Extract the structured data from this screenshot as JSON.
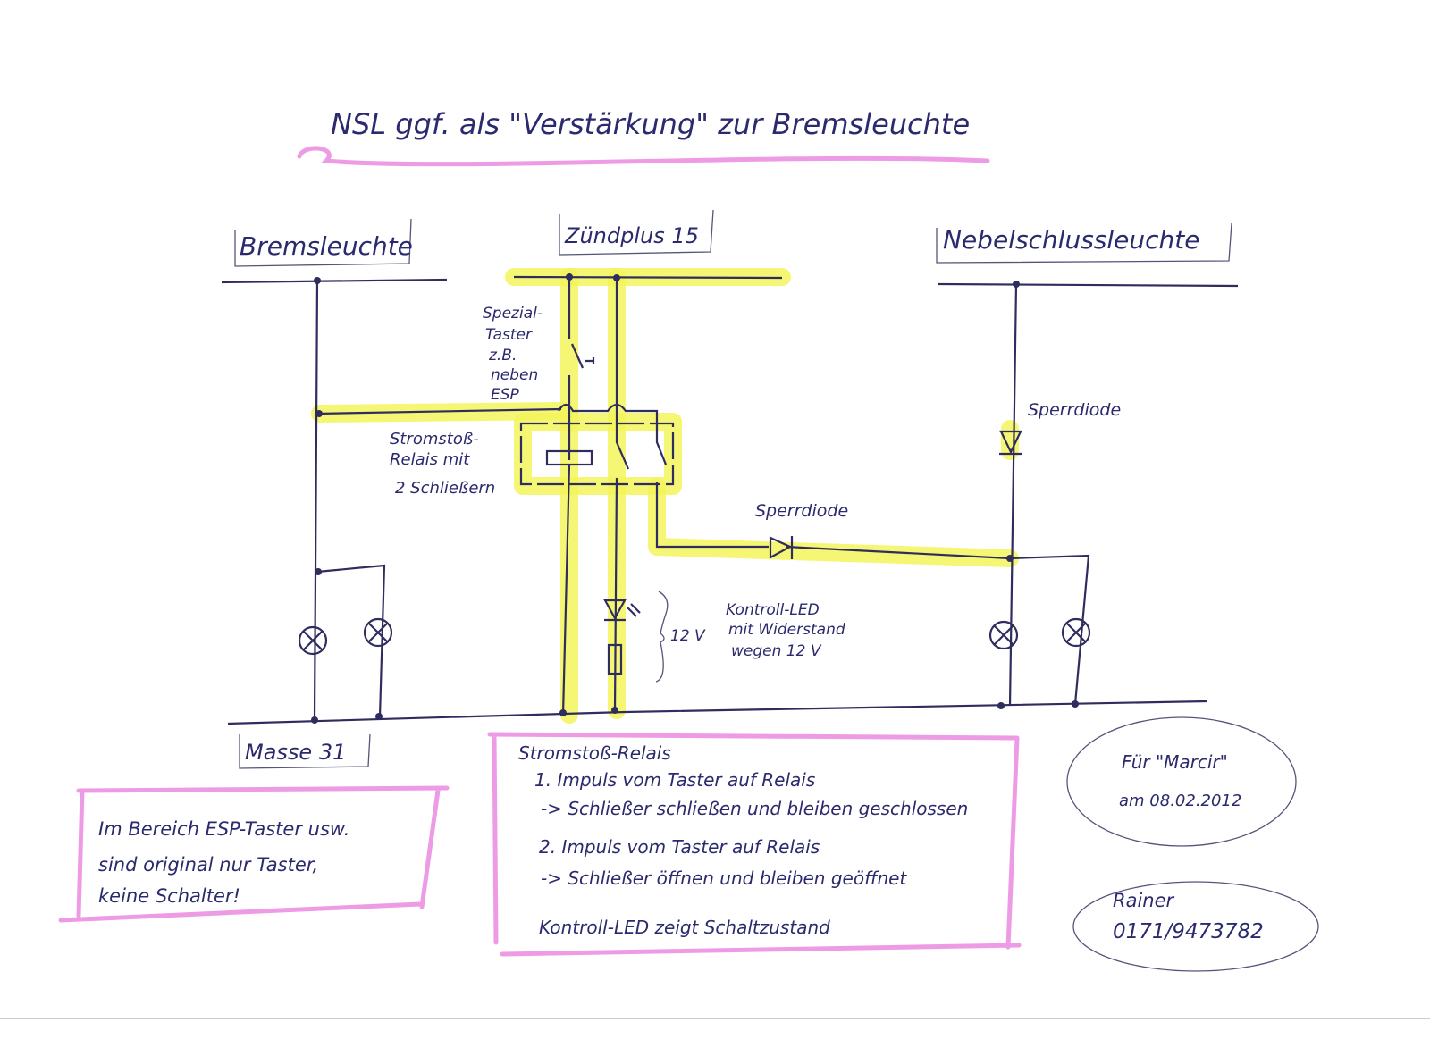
{
  "title": "NSL ggf. als \"Verstärkung\" zur Bremsleuchte",
  "labels": {
    "brake_light": "Bremsleuchte",
    "ignition": "Zündplus 15",
    "fog_light": "Nebelschlussleuchte",
    "ground": "Masse 31"
  },
  "annotations": {
    "button": [
      "Spezial-",
      "Taster",
      "z.B.",
      "neben",
      "ESP"
    ],
    "relay": [
      "Stromstoß-",
      "Relais mit",
      "2 Schließern"
    ],
    "diode_right": "Sperrdiode",
    "diode_middle": "Sperrdiode",
    "voltage": "12 V",
    "led": [
      "Kontroll-LED",
      "mit Widerstand",
      "wegen 12 V"
    ]
  },
  "note_left": [
    "Im Bereich ESP-Taster usw.",
    "sind original nur Taster,",
    "keine Schalter!"
  ],
  "note_middle": {
    "heading": "Stromstoß-Relais",
    "lines": [
      "1. Impuls vom Taster auf Relais",
      "-> Schließer schließen und bleiben geschlossen",
      "2. Impuls vom Taster auf Relais",
      "-> Schließer öffnen und bleiben geöffnet",
      "Kontroll-LED zeigt Schaltzustand"
    ]
  },
  "dedication": {
    "line1": "Für \"Marcir\"",
    "line2": "am 08.02.2012"
  },
  "contact": {
    "name": "Rainer",
    "phone": "0171/9473782"
  },
  "colors": {
    "ink": "#2f2d5e",
    "highlight": "#f3f55a",
    "marker": "#ee9be6"
  }
}
